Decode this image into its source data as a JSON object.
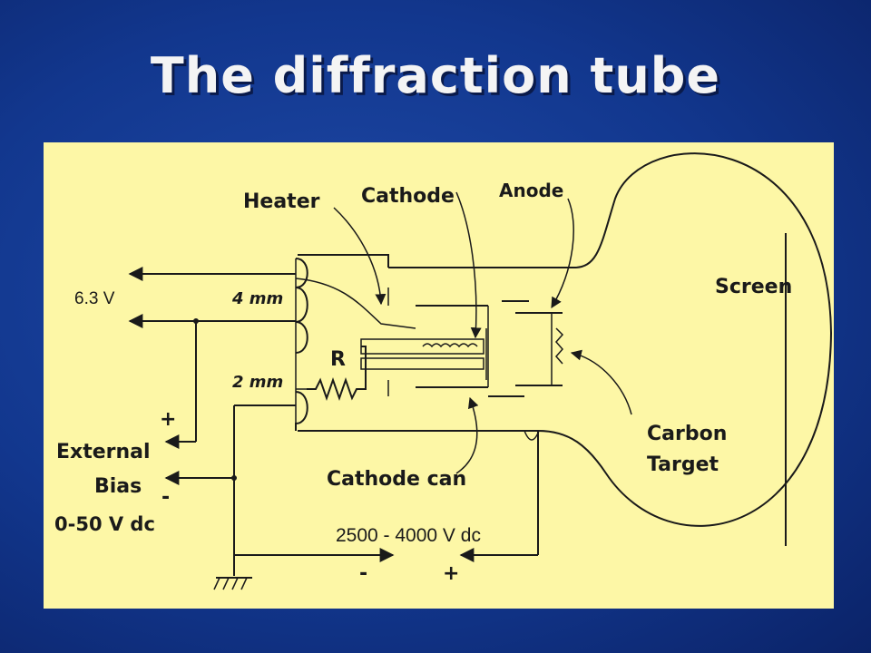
{
  "title": "The diffraction tube",
  "diagram": {
    "labels": {
      "heater": "Heater",
      "cathode": "Cathode",
      "anode": "Anode",
      "screen": "Screen",
      "carbon_target_line1": "Carbon",
      "carbon_target_line2": "Target",
      "cathode_can": "Cathode can",
      "resistor": "R",
      "heater_voltage": "6.3 V",
      "wire_4mm": "4 mm",
      "wire_2mm": "2 mm",
      "bias_line1": "External",
      "bias_line2": "Bias",
      "bias_range": "0-50 V dc",
      "bias_plus": "+",
      "bias_minus": "-",
      "hv_supply": "2500 - 4000 V dc",
      "hv_minus": "-",
      "hv_plus": "+"
    },
    "colors": {
      "background": "#fdf7a6",
      "ink": "#1a1a1a"
    }
  }
}
